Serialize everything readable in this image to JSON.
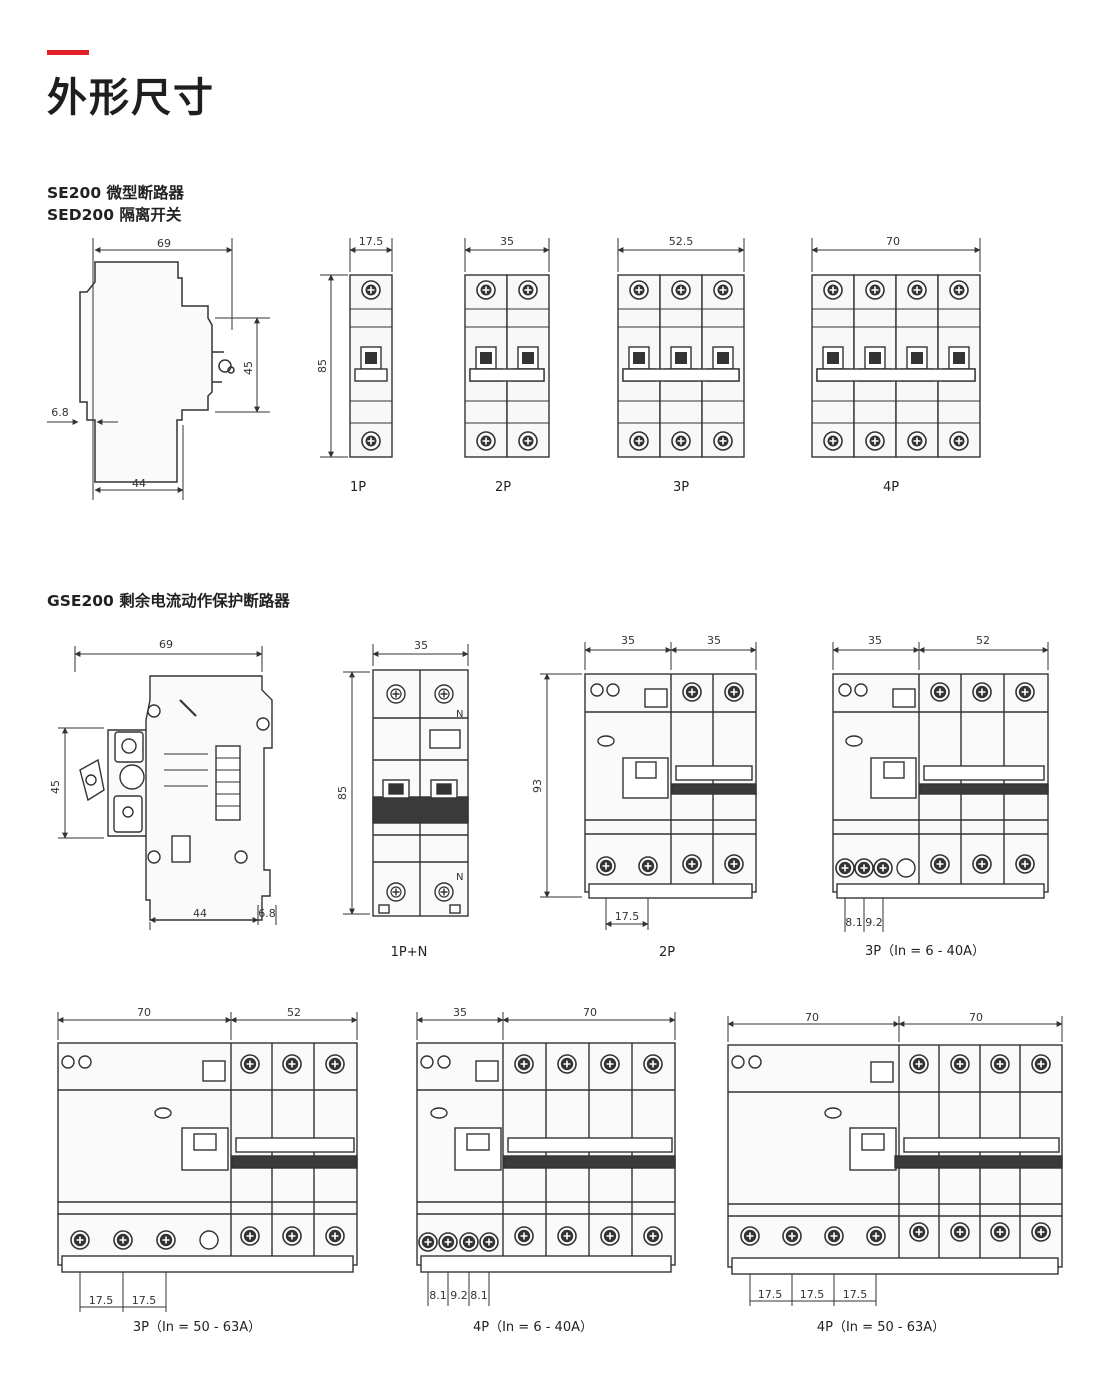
{
  "colors": {
    "accent": "#e4202a",
    "line": "#333333",
    "panel": "#f7f7f7"
  },
  "page": {
    "title": "外形尺寸"
  },
  "section1": {
    "title_line1": "SE200 微型断路器",
    "title_line2": "SED200 隔离开关",
    "side_view": {
      "width": "69",
      "height": "45",
      "depth": "6.8",
      "base": "44"
    },
    "front_views": [
      {
        "width": "17.5",
        "height": "85",
        "caption": "1P"
      },
      {
        "width": "35",
        "caption": "2P"
      },
      {
        "width": "52.5",
        "caption": "3P"
      },
      {
        "width": "70",
        "caption": "4P"
      }
    ]
  },
  "section2": {
    "title": "GSE200 剩余电流动作保护断路器",
    "side_view": {
      "width": "69",
      "height": "45",
      "base": "44",
      "depth": "6.8"
    },
    "front_1pn": {
      "width": "35",
      "height": "85",
      "caption": "1P+N"
    },
    "front_2p": {
      "left_width": "35",
      "right_width": "35",
      "height": "93",
      "spacing": "17.5",
      "caption": "2P"
    },
    "front_3p_small": {
      "left_width": "35",
      "right_width": "52",
      "spacing_a": "8.1",
      "spacing_b": "9.2",
      "caption": "3P（In = 6 - 40A）"
    },
    "bottom_row": [
      {
        "left_width": "70",
        "right_width": "52",
        "spacings": [
          "17.5",
          "17.5"
        ],
        "caption": "3P（In = 50 - 63A）"
      },
      {
        "left_width": "35",
        "right_width": "70",
        "spacings": [
          "8.1",
          "9.2",
          "8.1"
        ],
        "caption": "4P（In = 6 - 40A）"
      },
      {
        "left_width": "70",
        "right_width": "70",
        "spacings": [
          "17.5",
          "17.5",
          "17.5"
        ],
        "caption": "4P（In = 50 - 63A）"
      }
    ]
  }
}
